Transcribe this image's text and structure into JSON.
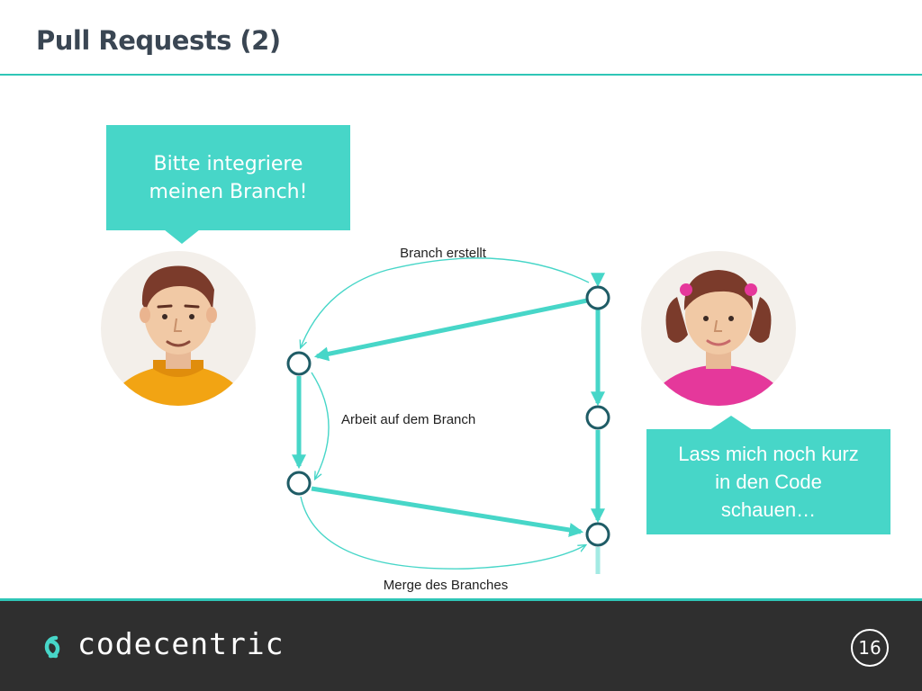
{
  "slide": {
    "title": "Pull Requests (2)",
    "page_number": "16"
  },
  "bubbles": {
    "developer": "Bitte integriere\nmeinen Branch!",
    "reviewer": "Lass mich noch kurz\nin den Code\nschauen…"
  },
  "diagram": {
    "labels": {
      "branch_created": "Branch erstellt",
      "work_on_branch": "Arbeit auf dem Branch",
      "merge": "Merge des Branches"
    }
  },
  "footer": {
    "logo_text": "codecentric"
  },
  "colors": {
    "accent": "#47d6c8",
    "rule": "#2fc6b7",
    "node_stroke": "#1f5c66",
    "title": "#3a4653",
    "footer_bg": "#2f2f2f"
  },
  "icons": {
    "developer": "male-avatar-icon",
    "reviewer": "female-avatar-icon",
    "logo": "codecentric-logo-icon"
  }
}
